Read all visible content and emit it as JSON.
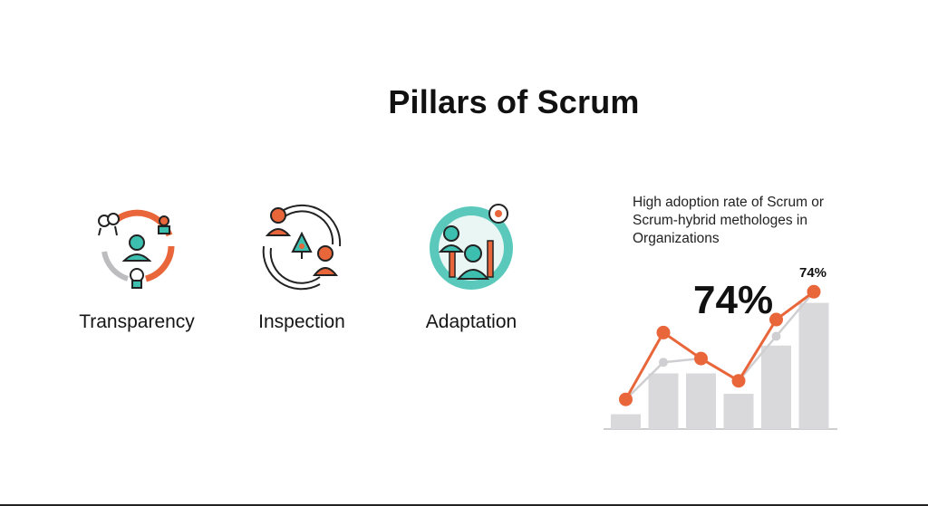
{
  "slide": {
    "title": "Pillars of Scrum"
  },
  "pillars": [
    {
      "label": "Transparency",
      "icon": "team-circle-icon"
    },
    {
      "label": "Inspection",
      "icon": "inspection-cycle-icon"
    },
    {
      "label": "Adaptation",
      "icon": "adaptation-growth-icon"
    }
  ],
  "colors": {
    "accent": "#e8663a",
    "teal": "#3dbfb0",
    "bar": "#d9d9dc",
    "grey_line": "#cfcfd2",
    "text": "#111111"
  },
  "chart_data": {
    "type": "bar",
    "title": "High adoption rate of Scrum or Scrum-hybrid methologes in Organizations",
    "values": [
      8,
      30,
      30,
      19,
      45,
      68
    ],
    "series": [
      {
        "values": [
          16,
          52,
          38,
          26,
          59,
          74
        ]
      },
      {
        "values": [
          16,
          36,
          38,
          26,
          50,
          74
        ]
      }
    ],
    "annotations": {
      "highlight_value": "74%",
      "end_label": "74%"
    },
    "ylim": [
      0,
      80
    ],
    "grid": false
  }
}
